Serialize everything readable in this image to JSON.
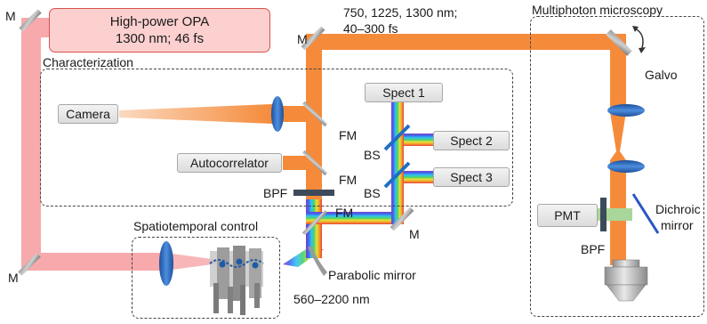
{
  "source": {
    "name": "High-power OPA",
    "spec": "1300 nm; 46 fs"
  },
  "beam_spec": {
    "line1": "750, 1225, 1300 nm;",
    "line2": "40–300 fs"
  },
  "groups": {
    "characterization": "Characterization",
    "multiphoton": "Multiphoton microscopy",
    "spatiotemporal": "Spatiotemporal control"
  },
  "devices": {
    "camera": "Camera",
    "autocorrelator": "Autocorrelator",
    "spect1": "Spect 1",
    "spect2": "Spect 2",
    "spect3": "Spect 3",
    "pmt": "PMT"
  },
  "labels": {
    "mirror": "M",
    "flip_mirror": "FM",
    "beam_splitter": "BS",
    "bandpass_filter": "BPF",
    "galvo": "Galvo",
    "dichroic_line1": "Dichroic",
    "dichroic_line2": "mirror",
    "parabolic_mirror": "Parabolic mirror",
    "broadband_range": "560–2200 nm"
  },
  "colors": {
    "beam_input": "#f7a9ab",
    "beam_orange": "#f58b3a",
    "opa_fill": "#fbd0cf",
    "opa_border": "#d9534f",
    "lens_blue": "#2f6fbf",
    "beam_splitter_blue": "#1f6fc4",
    "filter_dark": "#3c4a5a",
    "filter_green": "#a9d79a"
  }
}
